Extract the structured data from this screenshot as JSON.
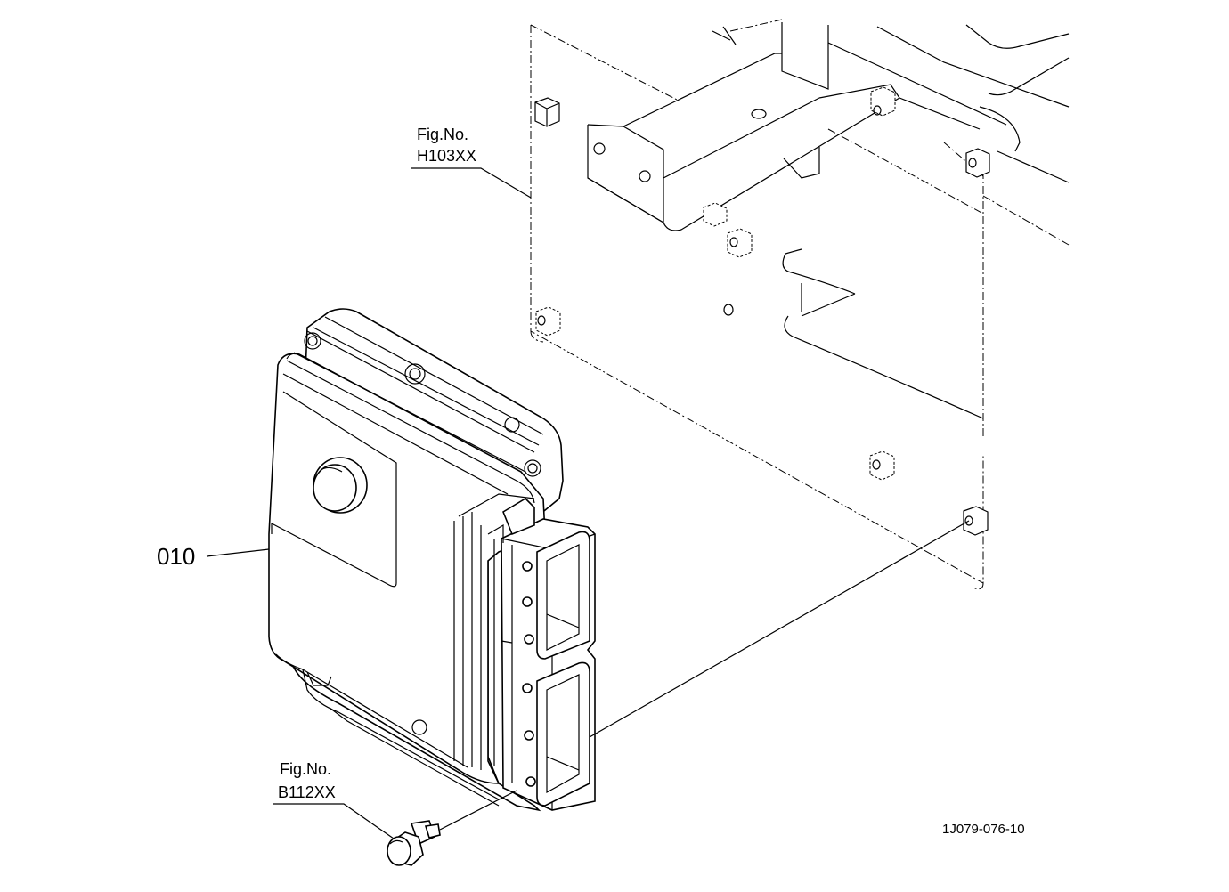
{
  "diagram": {
    "callouts": {
      "bracket_ref_line1": "Fig.No.",
      "bracket_ref_line2": "H103XX",
      "bolt_ref_line1": "Fig.No.",
      "bolt_ref_line2": "B112XX",
      "ecu_part_number": "010"
    },
    "drawing_code": "1J079-076-10"
  }
}
